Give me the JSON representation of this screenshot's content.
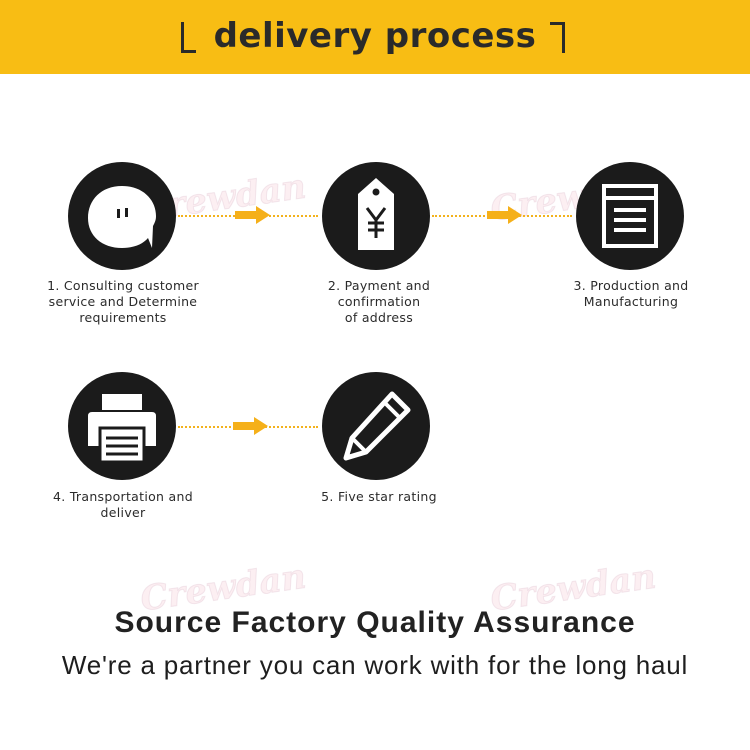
{
  "banner": {
    "title": "delivery process",
    "color": "#f8bd14"
  },
  "steps": [
    {
      "label": "1. Consulting customer\nservice and Determine\nrequirements",
      "icon": "chat-bubble-icon"
    },
    {
      "label": "2. Payment and\nconfirmation\nof address",
      "icon": "yen-tag-icon"
    },
    {
      "label": "3. Production and\nManufacturing",
      "icon": "document-icon"
    },
    {
      "label": "4. Transportation and\ndeliver",
      "icon": "printer-icon"
    },
    {
      "label": "5. Five star rating",
      "icon": "pencil-icon"
    }
  ],
  "watermark": "Crewdan",
  "footer": {
    "title": "Source Factory Quality Assurance",
    "subtitle": "We're a partner you can work with for the long haul"
  },
  "colors": {
    "accent": "#f8bd14",
    "circle": "#1b1b1b"
  }
}
